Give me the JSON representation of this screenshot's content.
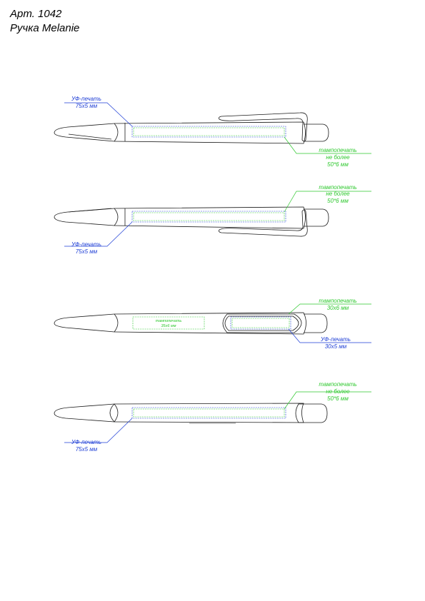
{
  "header": {
    "article": "Арт. 1042",
    "product": "Ручка Melanie"
  },
  "views": [
    {
      "uv_label": [
        "УФ-печать",
        "75x5 мм"
      ],
      "pad_label": [
        "тампопечать",
        "не более",
        "50*6 мм"
      ]
    },
    {
      "pad_label": [
        "тампопечать",
        "не более",
        "50*6 мм"
      ],
      "uv_label": [
        "УФ-печать",
        "75x5 мм"
      ]
    },
    {
      "inner_label": [
        "тампопечать",
        "35x6 мм"
      ],
      "pad_label": [
        "тампопечать",
        "30x6 мм"
      ],
      "uv_label": [
        "УФ-печать",
        "30x5 мм"
      ]
    },
    {
      "pad_label": [
        "тампопечать",
        "не более",
        "50*6 мм"
      ],
      "uv_label": [
        "УФ-печать",
        "75x5 мм"
      ]
    }
  ],
  "colors": {
    "outline": "#1a1a1a",
    "uv": "#1f3fd6",
    "pad": "#2ec82e"
  }
}
